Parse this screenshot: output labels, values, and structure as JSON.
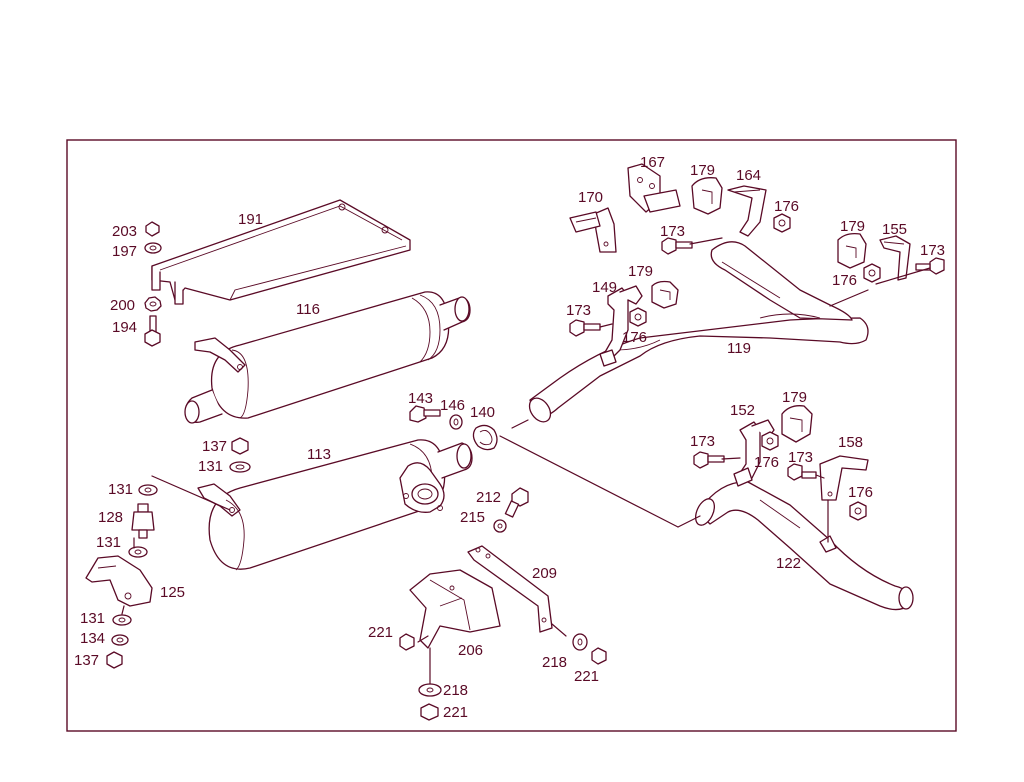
{
  "colors": {
    "line": "#5a0a26",
    "background": "#ffffff"
  },
  "labels": {
    "l116": "116",
    "l113": "113",
    "l119": "119",
    "l122": "122",
    "l125": "125",
    "l128": "128",
    "l131a": "131",
    "l131b": "131",
    "l131c": "131",
    "l131d": "131",
    "l134": "134",
    "l137a": "137",
    "l137b": "137",
    "l140": "140",
    "l143": "143",
    "l146": "146",
    "l149": "149",
    "l152": "152",
    "l155": "155",
    "l158": "158",
    "l164": "164",
    "l167": "167",
    "l170": "170",
    "l173a": "173",
    "l173b": "173",
    "l173c": "173",
    "l173d": "173",
    "l173e": "173",
    "l176a": "176",
    "l176b": "176",
    "l176c": "176",
    "l176d": "176",
    "l176e": "176",
    "l179a": "179",
    "l179b": "179",
    "l179c": "179",
    "l179d": "179",
    "l191": "191",
    "l194": "194",
    "l197": "197",
    "l200": "200",
    "l203": "203",
    "l206": "206",
    "l209": "209",
    "l212": "212",
    "l215": "215",
    "l218a": "218",
    "l218b": "218",
    "l221a": "221",
    "l221b": "221",
    "l221c": "221"
  }
}
